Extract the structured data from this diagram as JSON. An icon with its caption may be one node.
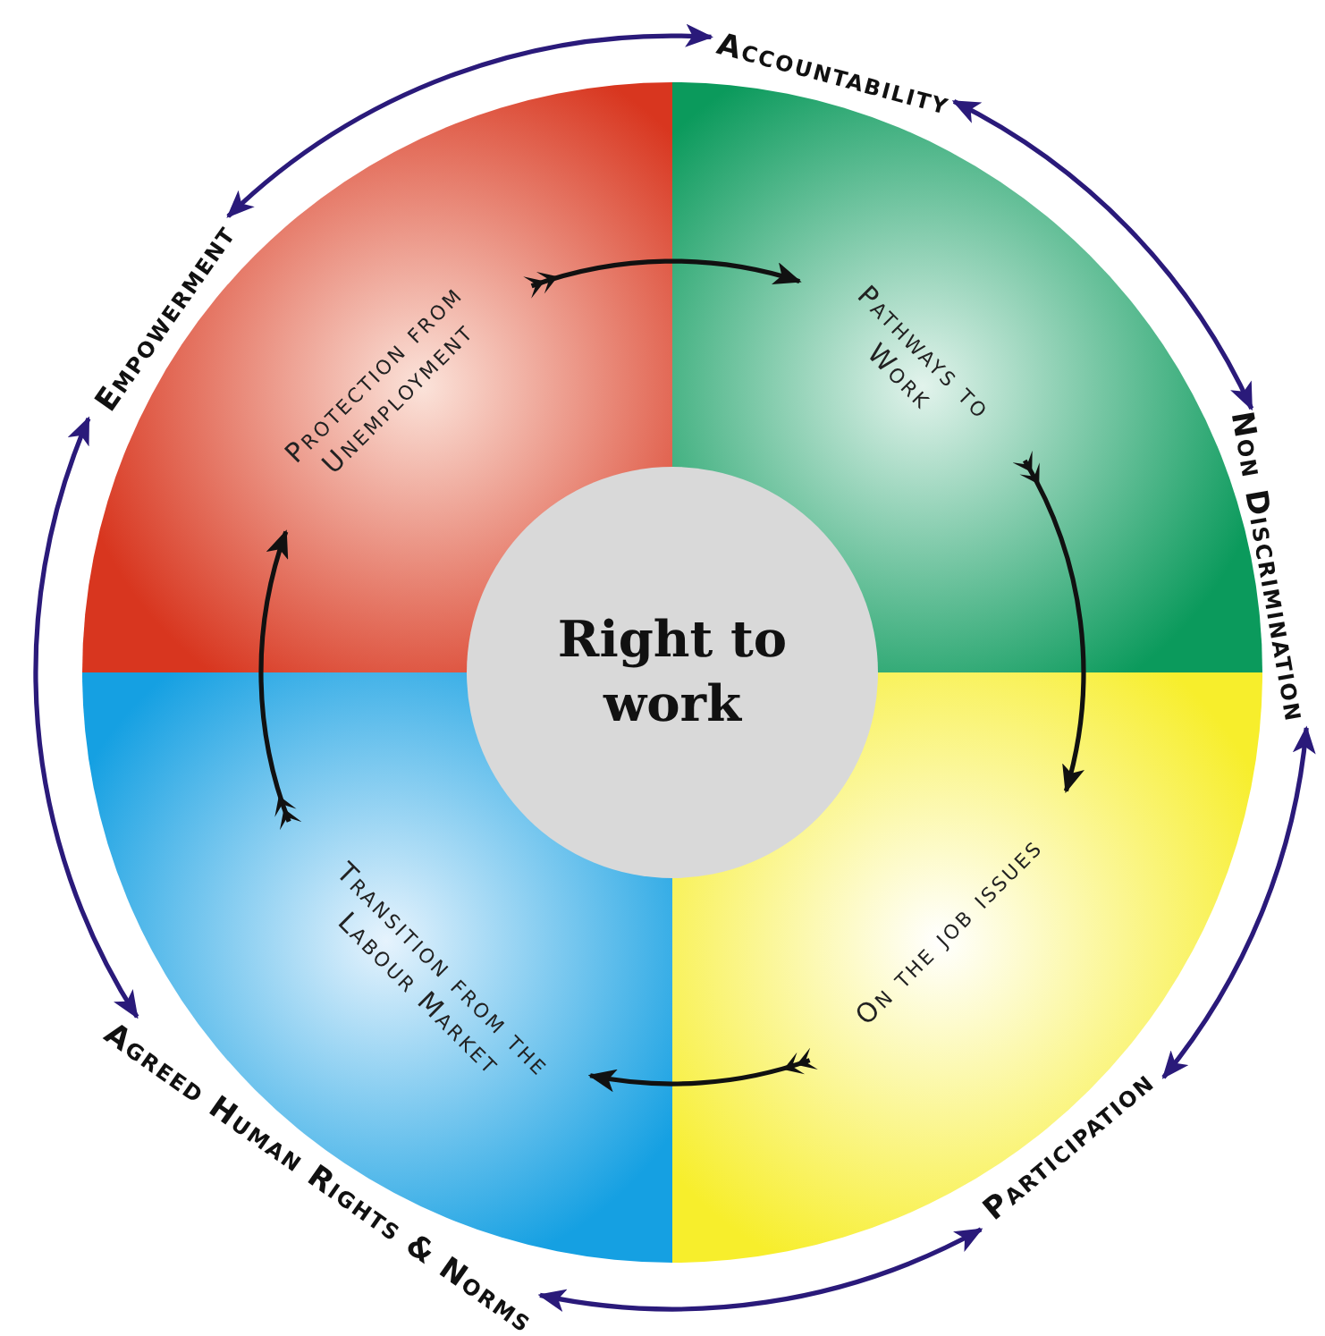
{
  "diagram": {
    "nodes": [
      {
        "text": [
          "Accountability"
        ]
      },
      {
        "text": [
          "Empowerment"
        ]
      },
      {
        "text": [
          "Non Discrimination"
        ]
      },
      {
        "text": [
          "Protection from Unemployment"
        ]
      },
      {
        "text": [
          "Pathways to Work"
        ]
      },
      {
        "text": [
          "Right to work"
        ]
      },
      {
        "text": [
          "Transition from the Labour Market"
        ]
      },
      {
        "text": [
          "On the job issues"
        ]
      },
      {
        "text": [
          "Agreed Human Rights & Norms"
        ]
      },
      {
        "text": [
          "Participation"
        ]
      }
    ],
    "edges": [
      {
        "from": 1,
        "to": 0,
        "arrow": "both"
      },
      {
        "from": 0,
        "to": 2,
        "arrow": "both"
      },
      {
        "from": 2,
        "to": 9,
        "arrow": "both"
      },
      {
        "from": 9,
        "to": 8,
        "arrow": "both"
      },
      {
        "from": 8,
        "to": 1,
        "arrow": "both"
      },
      {
        "from": 3,
        "to": 4,
        "arrow": "to",
        "color": "#111111"
      },
      {
        "from": 4,
        "to": 7,
        "arrow": "to",
        "color": "#111111"
      },
      {
        "from": 7,
        "to": 6,
        "arrow": "to",
        "color": "#111111"
      },
      {
        "from": 6,
        "to": 3,
        "arrow": "to",
        "color": "#111111"
      }
    ]
  }
}
